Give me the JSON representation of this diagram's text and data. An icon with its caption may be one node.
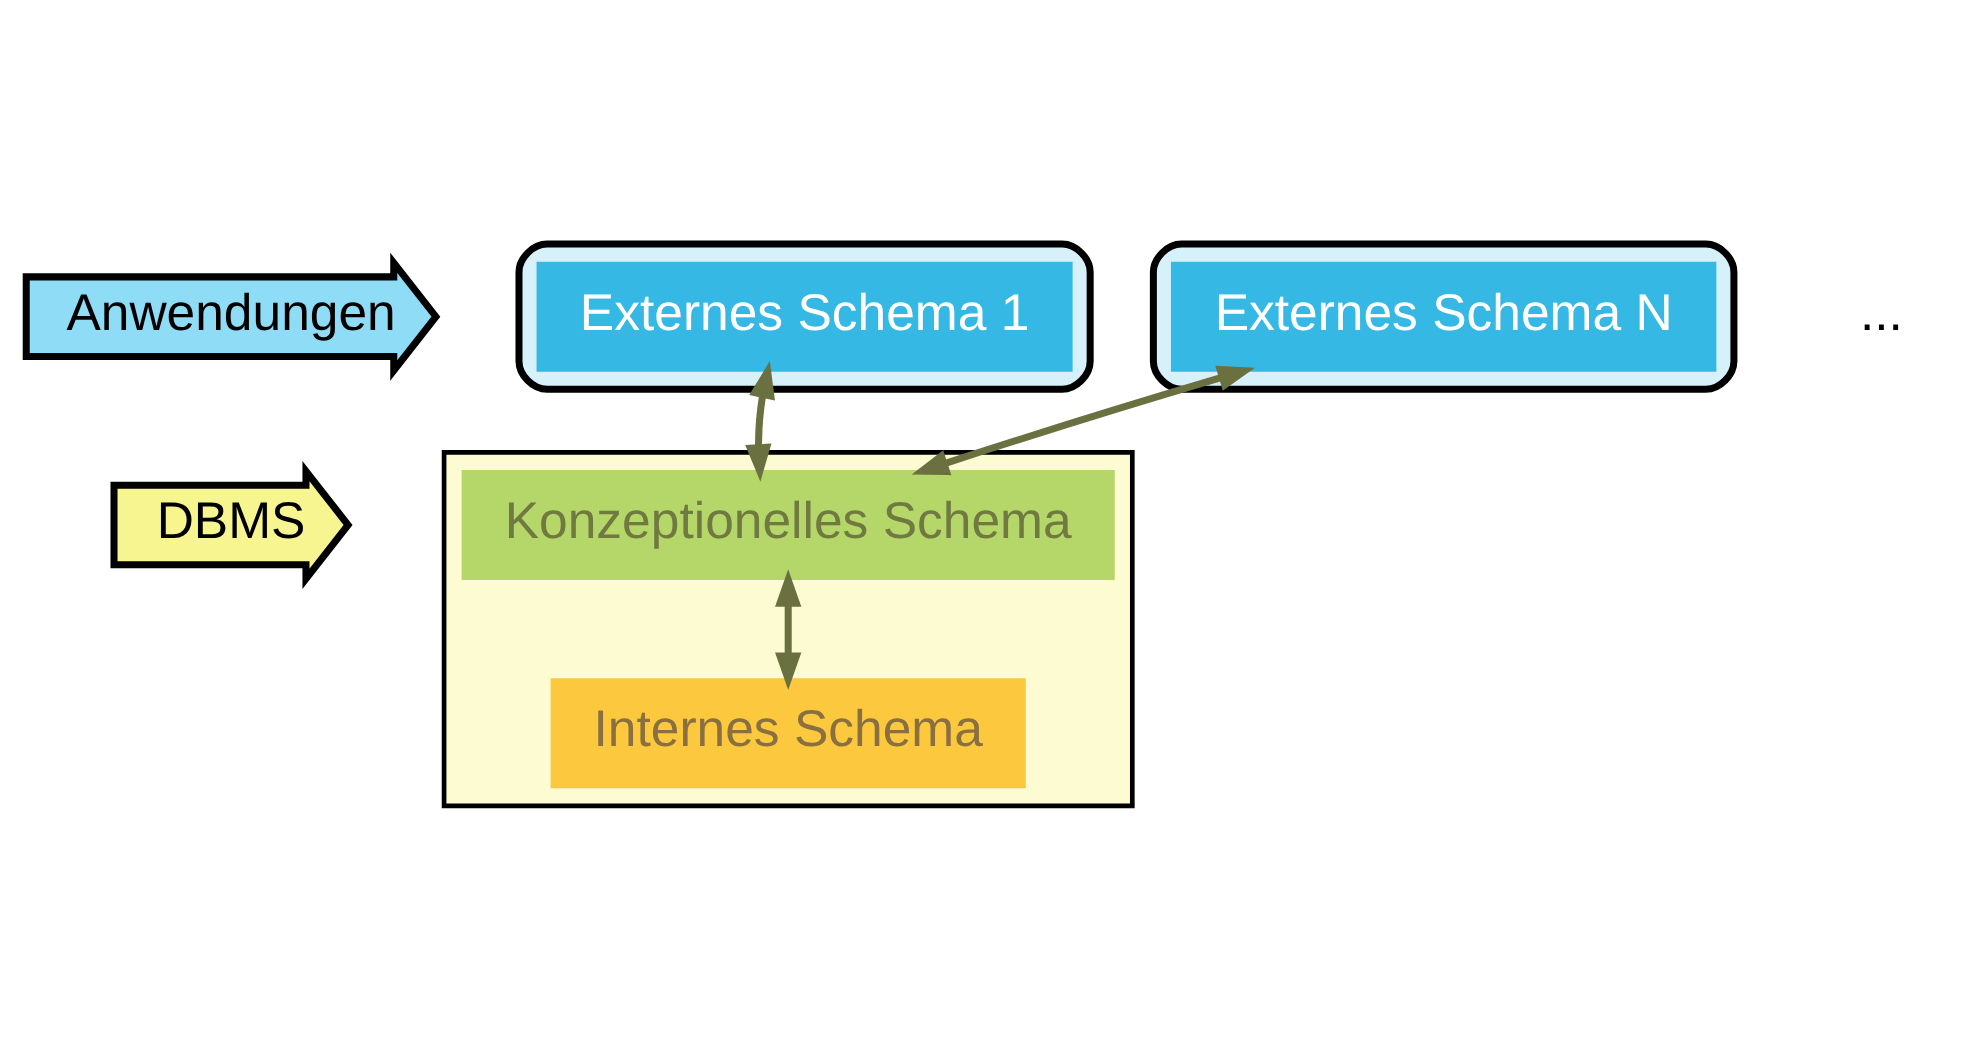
{
  "diagram": {
    "nodes": [
      {
        "text": [
          "Anwendungen"
        ]
      },
      {
        "text": [
          "DBMS"
        ]
      },
      {
        "text": [],
        "shape": "box"
      },
      {
        "text": [
          "Externes Schema 1"
        ],
        "in": 2
      },
      {
        "text": [],
        "shape": "box"
      },
      {
        "text": [
          "Externes Schema N"
        ],
        "in": 4
      },
      {
        "text": [],
        "shape": "cylinder"
      },
      {
        "text": [
          "Konzeptionelles Schema"
        ],
        "in": 6
      },
      {
        "text": [
          "Internes Schema"
        ],
        "in": 6
      }
    ],
    "edges": [
      {
        "from": 7,
        "to": 3,
        "arrow": "both"
      },
      {
        "from": 7,
        "to": 5,
        "arrow": "both"
      },
      {
        "from": 7,
        "to": 8,
        "arrow": "both"
      }
    ],
    "labels": [
      "..."
    ]
  }
}
